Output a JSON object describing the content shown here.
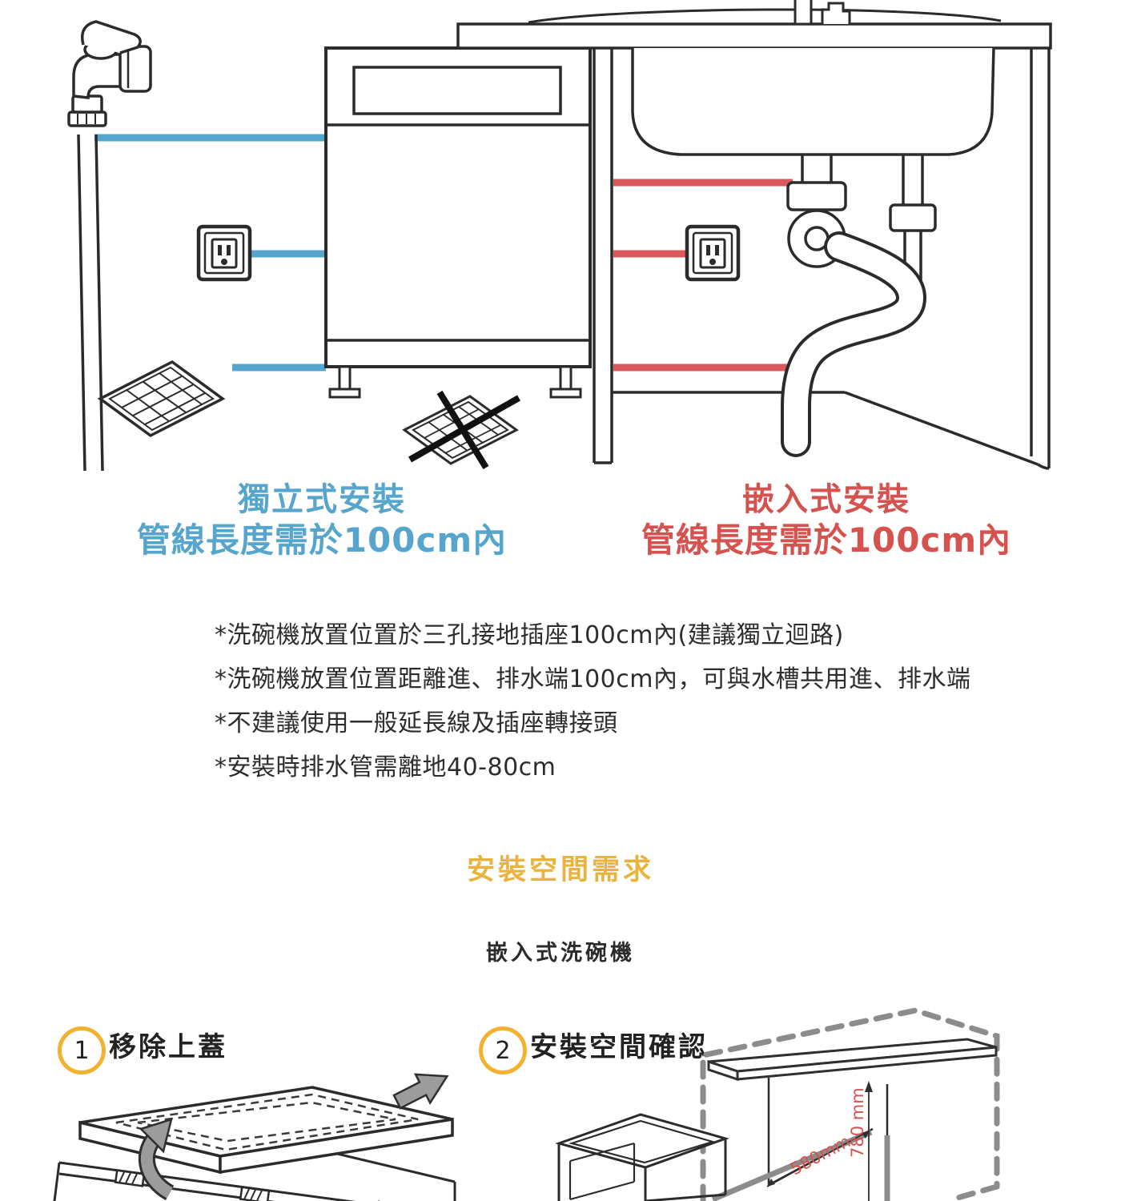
{
  "captions": {
    "standalone": {
      "title": "獨立式安裝",
      "subtitle": "管線長度需於100cm內"
    },
    "built_in": {
      "title": "嵌入式安裝",
      "subtitle": "管線長度需於100cm內"
    }
  },
  "notes": [
    "*洗碗機放置位置於三孔接地插座100cm內(建議獨立迴路)",
    "*洗碗機放置位置距離進、排水端100cm內，可與水槽共用進、排水端",
    "*不建議使用一般延長線及插座轉接頭",
    "*安裝時排水管需離地40-80cm"
  ],
  "section": {
    "title": "安裝空間需求",
    "subtitle": "嵌入式洗碗機"
  },
  "steps": [
    {
      "number": "1",
      "label": "移除上蓋"
    },
    {
      "number": "2",
      "label": "安裝空間確認"
    }
  ],
  "dimensions": {
    "depth": "580mm",
    "height": "780 mm"
  },
  "colors": {
    "blue_line": "#55a5cd",
    "red_line": "#d9595c",
    "red_text": "#d5524f",
    "yellow": "#eab33e"
  }
}
